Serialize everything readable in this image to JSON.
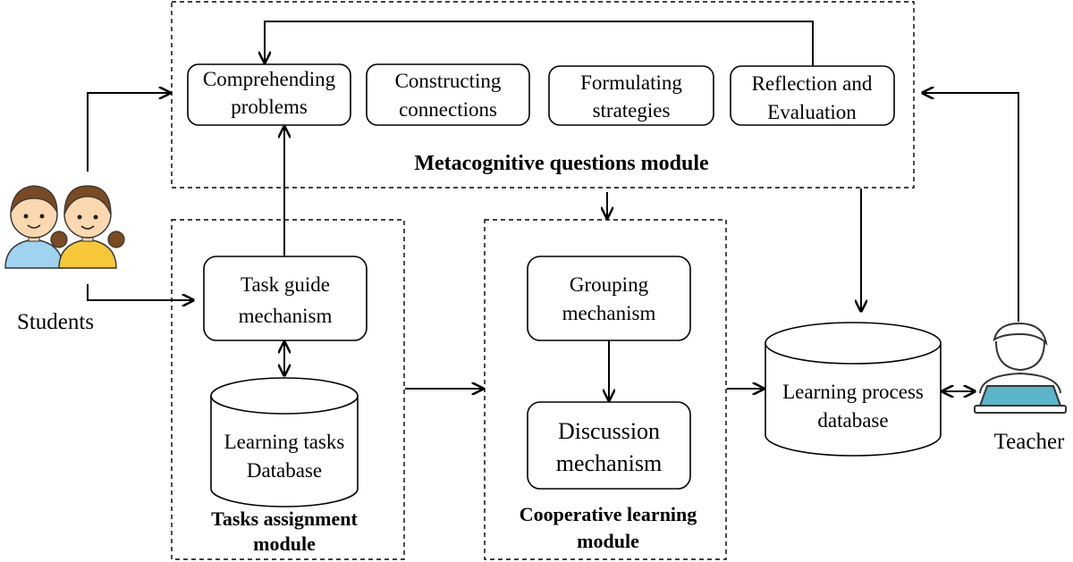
{
  "metacognitive_module": {
    "title": "Metacognitive questions module",
    "steps": [
      {
        "line1": "Comprehending",
        "line2": "problems"
      },
      {
        "line1": "Constructing",
        "line2": "connections"
      },
      {
        "line1": "Formulating",
        "line2": "strategies"
      },
      {
        "line1": "Reflection and",
        "line2": "Evaluation"
      }
    ]
  },
  "tasks_module": {
    "title_line1": "Tasks assignment",
    "title_line2": "module",
    "task_guide": {
      "line1": "Task guide",
      "line2": "mechanism"
    },
    "tasks_db": {
      "line1": "Learning tasks",
      "line2": "Database"
    }
  },
  "coop_module": {
    "title_line1": "Cooperative learning",
    "title_line2": "module",
    "grouping": {
      "line1": "Grouping",
      "line2": "mechanism"
    },
    "discussion": {
      "line1": "Discussion",
      "line2": "mechanism"
    }
  },
  "process_db": {
    "line1": "Learning process",
    "line2": "database"
  },
  "actors": {
    "students": "Students",
    "teacher": "Teacher"
  },
  "icons": {
    "students": "students-icon",
    "teacher": "teacher-at-laptop-icon"
  },
  "colors": {
    "student_shirt_blue": "#9fd3ef",
    "student_shirt_yellow": "#f7c83a",
    "skin": "#fbd8b0",
    "hair": "#7a4a22",
    "teacher_laptop": "#5ab5c9"
  }
}
